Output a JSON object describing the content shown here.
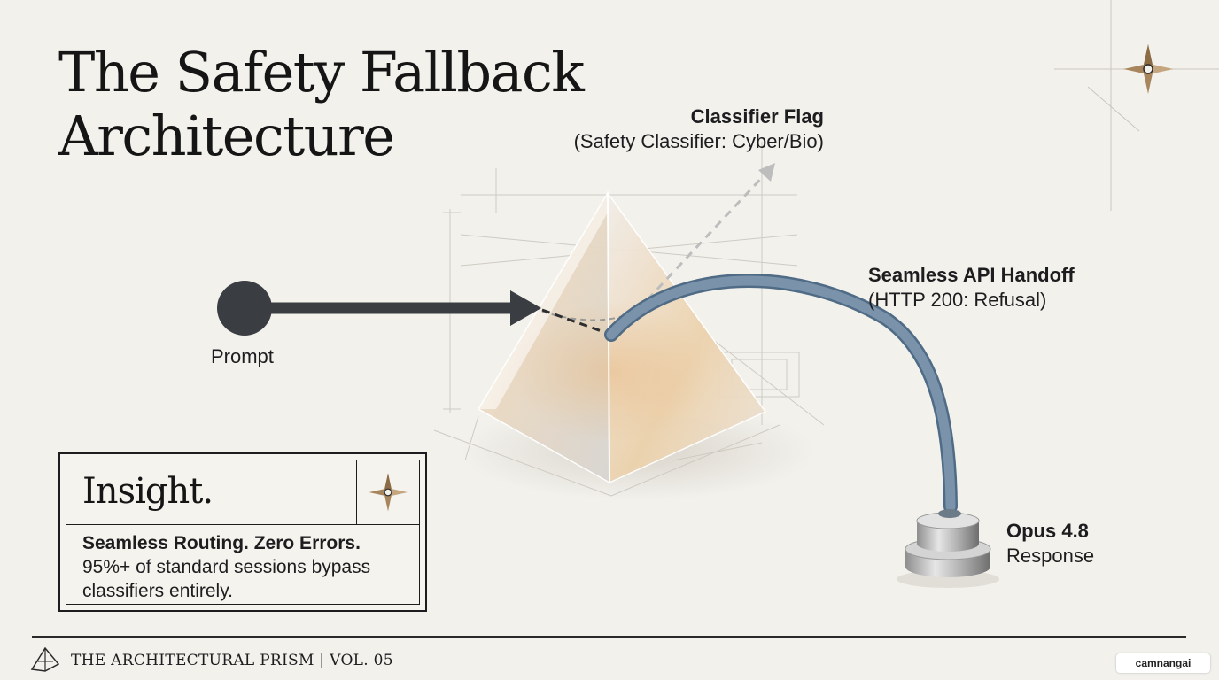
{
  "title": {
    "line1": "The Safety Fallback",
    "line2": "Architecture"
  },
  "nodes": {
    "prompt": "Prompt",
    "classifier": {
      "title": "Classifier Flag",
      "subtitle": "(Safety Classifier: Cyber/Bio)"
    },
    "handoff": {
      "title": "Seamless API Handoff",
      "subtitle": "(HTTP 200: Refusal)"
    },
    "response": {
      "title": "Opus 4.8",
      "subtitle": "Response"
    }
  },
  "insight": {
    "title": "Insight.",
    "headline": "Seamless Routing. Zero Errors.",
    "body": "95%+ of standard sessions bypass classifiers entirely."
  },
  "footer": {
    "series": "THE ARCHITECTURAL PRISM",
    "divider": "|",
    "volume": "VOL. 05"
  },
  "watermark": "camnangai",
  "icons": [
    "compass-star-icon",
    "prism-logo-icon"
  ],
  "colors": {
    "background": "#f2f1ec",
    "ink": "#1d1d1f",
    "arrow": "#3a3d42",
    "beam": "#6f8aa3",
    "accent": "#a8865d"
  }
}
